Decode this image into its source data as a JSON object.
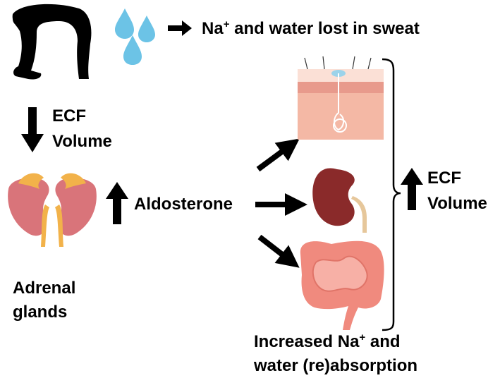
{
  "sweat": {
    "label_prefix": "Na",
    "label_sup": "+",
    "label_suffix": " and water lost in sweat"
  },
  "ecf_decrease": {
    "line1": "ECF",
    "line2": "Volume"
  },
  "aldosterone": {
    "label": "Aldosterone"
  },
  "adrenal": {
    "line1": "Adrenal",
    "line2": "glands"
  },
  "ecf_increase": {
    "line1": "ECF",
    "line2": "Volume"
  },
  "reabsorption": {
    "line1_prefix": "Increased Na",
    "line1_sup": "+",
    "line1_suffix": " and",
    "line2": "water (re)absorption"
  },
  "icons": [
    "exercising-person-icon",
    "sweat-drops-icon",
    "kidney-adrenal-icon",
    "skin-sweat-gland-icon",
    "kidney-icon",
    "intestines-icon"
  ],
  "colors": {
    "arrow": "#000000",
    "sweat_drop": "#6cc3e6",
    "kidney": "#d9747a",
    "adrenal": "#f2b24a",
    "skin": "#f4b8a5",
    "kidney_organ": "#8a2a2a",
    "intestine": "#f08a7e"
  }
}
